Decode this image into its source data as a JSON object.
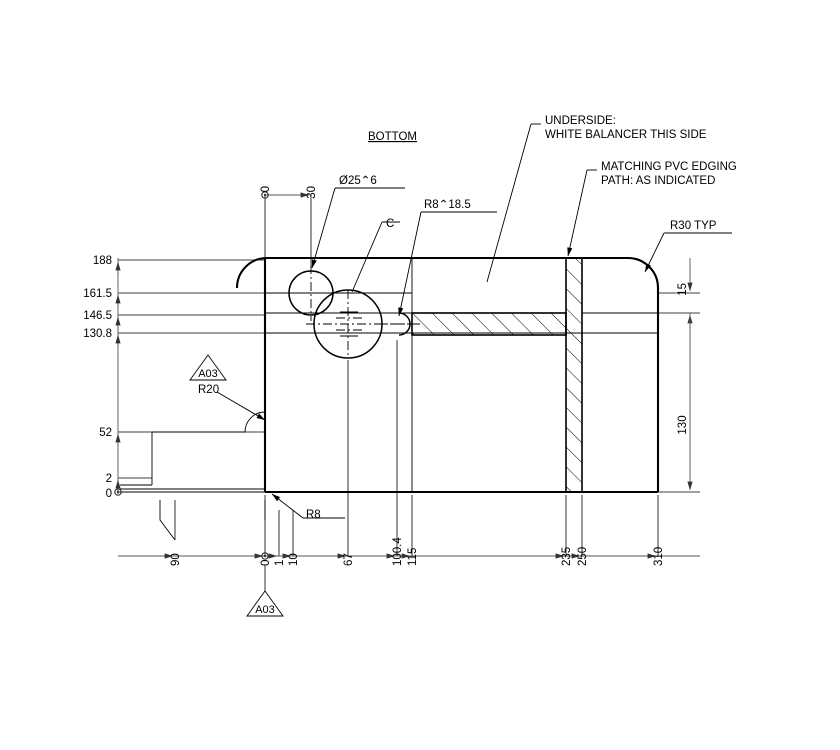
{
  "drawing": {
    "view_title": "BOTTOM",
    "notes": [
      {
        "id": "underside",
        "lines": [
          "UNDERSIDE:",
          "WHITE BALANCER THIS SIDE"
        ]
      },
      {
        "id": "pvc-edging",
        "lines": [
          "MATCHING PVC EDGING",
          "PATH: AS INDICATED"
        ]
      }
    ],
    "callouts": {
      "counterbore": "Ø25⌃6",
      "radius_slot": "R8⌃18.5",
      "datum_c": "C",
      "corner_typ": "R30 TYP",
      "fillet_r20": "R20",
      "fillet_r8": "R8"
    },
    "balloons": [
      {
        "id": "balloon-top",
        "label": "A03"
      },
      {
        "id": "balloon-bottom",
        "label": "A03"
      }
    ],
    "dimensions": {
      "left_vertical": [
        "188",
        "161.5",
        "146.5",
        "130.8",
        "52",
        "2",
        "0"
      ],
      "right_vertical": [
        "15",
        "130"
      ],
      "top_horizontal": [
        "0",
        "30"
      ],
      "bottom_horizontal": [
        "90",
        "0",
        "1",
        "10",
        "67",
        "100.4",
        "115",
        "235",
        "250",
        "310"
      ]
    }
  }
}
